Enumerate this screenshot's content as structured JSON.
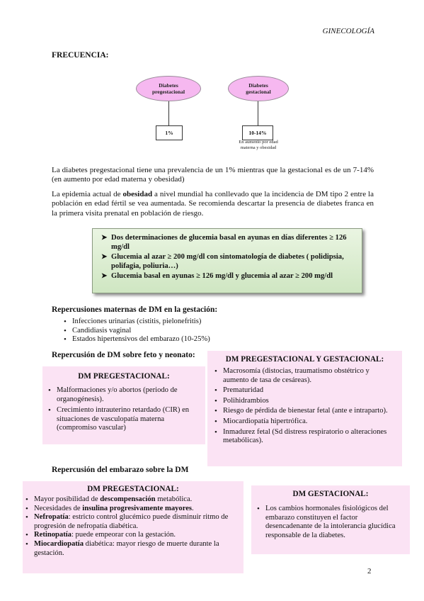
{
  "header": "GINECOLOGÍA",
  "frecuencia": {
    "title": "FRECUENCIA:",
    "diagram": {
      "left_ellipse": "Diabetes pregestacional",
      "right_ellipse": "Diabetes gestacional",
      "left_box": "1%",
      "right_box": "10-14%",
      "note_line1": "En aumento por edad",
      "note_line2": "materna y obesidad"
    },
    "para1": "La diabetes pregestacional tiene una prevalencia de un 1% mientras que la gestacional es de un 7-14% (en aumento por edad materna y obesidad)",
    "para2_pre": "La epidemia actual de ",
    "para2_bold": "obesidad",
    "para2_post": " a nivel mundial ha conllevado que la incidencia de DM tipo 2 entre la población en edad fértil se vea aumentada. Se recomienda descartar la presencia de diabetes franca en la primera visita prenatal en población de riesgo."
  },
  "criteria": [
    "Dos determinaciones de glucemia basal en ayunas en días diferentes  ≥ 126 mg/dl",
    "Glucemia al azar ≥ 200 mg/dl con sintomatología de diabetes ( polidipsia, polifagia, poliuria…)",
    "Glucemia basal en ayunas ≥ 126 mg/dl  y glucemia al azar ≥ 200 mg/dl"
  ],
  "maternas": {
    "title": "Repercusiones maternas de DM en la gestación:",
    "items": [
      "Infecciones urinarias (cistitis, pielonefritis)",
      "Candidiasis vaginal",
      "Estados hipertensivos del embarazo (10-25%)"
    ]
  },
  "feto": {
    "title": "Repercusión de DM sobre feto y neonato:",
    "pre_title": "DM PREGESTACIONAL:",
    "pre_items": [
      "Malformaciones y/o abortos (periodo de organogénesis).",
      "Crecimiento intrauterino retardado (CIR) en situaciones de vasculopatía materna (compromiso vascular)"
    ],
    "both_title": "DM PREGESTACIONAL Y GESTACIONAL:",
    "both_items": [
      "Macrosomía (distocias, traumatismo obstétrico y aumento de tasa de cesáreas).",
      "Prematuridad",
      "Polihidrambios",
      "Riesgo de pérdida de bienestar fetal (ante e intraparto).",
      "Miocardiopatía hipertrófica.",
      "Inmadurez fetal (Sd distress respiratorio o alteraciones metabólicas)."
    ]
  },
  "embarazo": {
    "title": "Repercusión del embarazo sobre la DM",
    "pre_title": "DM PREGESTACIONAL:",
    "pre_items": [
      {
        "pre": "Mayor posibilidad de ",
        "bold": "descompensación",
        "post": " metabólica."
      },
      {
        "pre": "Necesidades de ",
        "bold": "insulina progresivamente mayores",
        "post": "."
      },
      {
        "pre": "",
        "bold": "Nefropatía",
        "post": ": estricto control glucémico puede disminuir ritmo de progresión de nefropatía diabética."
      },
      {
        "pre": "",
        "bold": "Retinopatía",
        "post": ": puede empeorar con la gestación."
      },
      {
        "pre": "",
        "bold": "Miocardiopatía",
        "post": " diabética: mayor riesgo de muerte durante la gestación."
      }
    ],
    "gest_title": "DM GESTACIONAL:",
    "gest_items": [
      "Los cambios hormonales fisiológicos del embarazo constituyen el factor desencadenante de la intolerancia glucídica responsable de la diabetes."
    ]
  },
  "page_number": "2"
}
